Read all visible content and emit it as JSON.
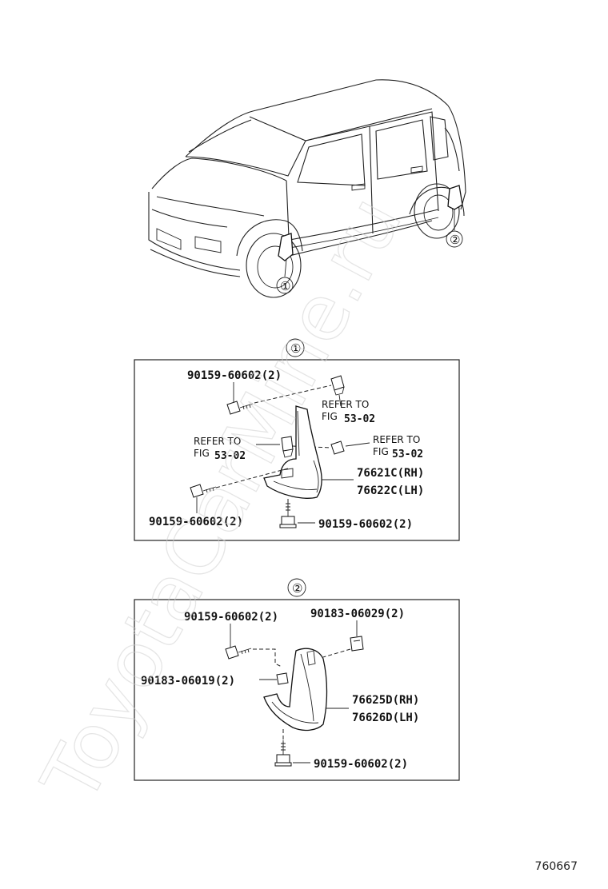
{
  "watermark": "ToyotaCarMine.ru",
  "figure_number": "760667",
  "overview": {
    "callout_1": "①",
    "callout_2": "②"
  },
  "panel1": {
    "title": "①",
    "bolt_top": "90159-60602(2)",
    "refer_top_a": "REFER TO",
    "refer_top_fig": "FIG",
    "refer_top_num": "53-02",
    "refer_left_a": "REFER TO",
    "refer_left_fig": "FIG",
    "refer_left_num": "53-02",
    "refer_right_a": "REFER TO",
    "refer_right_fig": "FIG",
    "refer_right_num": "53-02",
    "part_rh": "76621C(RH)",
    "part_lh": "76622C(LH)",
    "bolt_left": "90159-60602(2)",
    "bolt_bottom": "90159-60602(2)"
  },
  "panel2": {
    "title": "②",
    "bolt_top": "90159-60602(2)",
    "nut_top": "90183-06029(2)",
    "nut_left": "90183-06019(2)",
    "part_rh": "76625D(RH)",
    "part_lh": "76626D(LH)",
    "bolt_bottom": "90159-60602(2)"
  }
}
